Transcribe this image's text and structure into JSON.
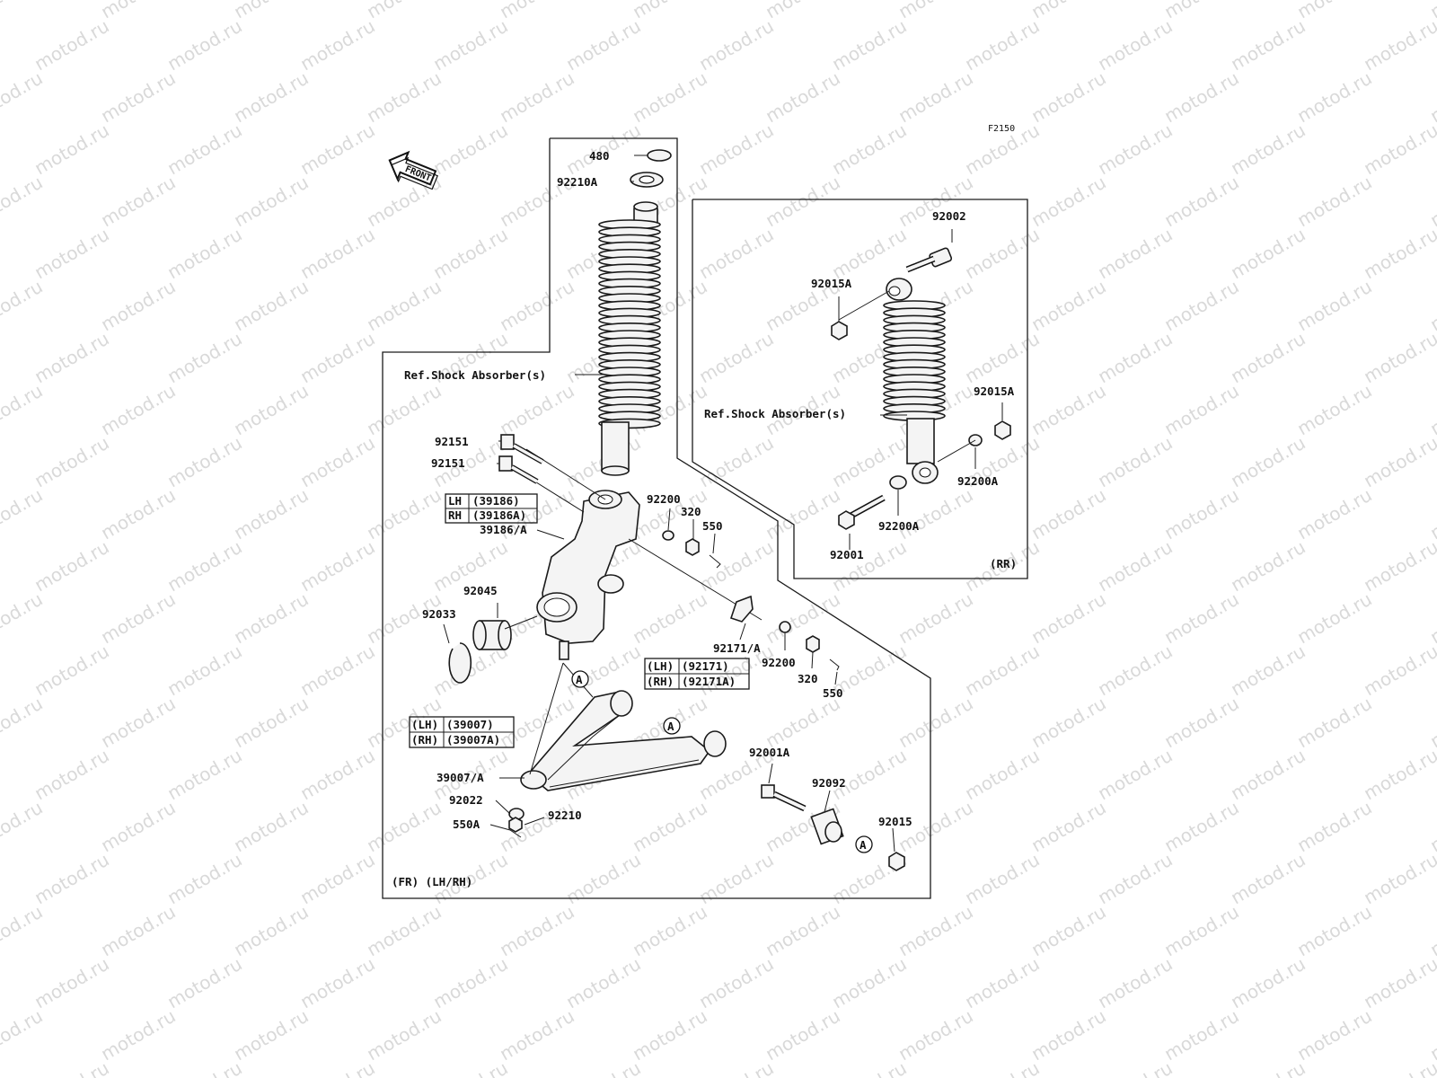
{
  "figure_code": "F2150",
  "watermark": "motod.ru",
  "front_arrow_label": "FRONT",
  "sections": {
    "front_label": "(FR) (LH/RH)",
    "rear_label": "(RR)"
  },
  "labels": {
    "p480": "480",
    "p92210A": "92210A",
    "ref_shock_front": "Ref.Shock Absorber(s)",
    "p92151_a": "92151",
    "p92151_b": "92151",
    "p39186A": "39186/A",
    "p92200_a": "92200",
    "p320_a": "320",
    "p550_a": "550",
    "p92045": "92045",
    "p92033": "92033",
    "p92171A": "92171/A",
    "p92200_b": "92200",
    "p320_b": "320",
    "p550_b": "550",
    "p39007A": "39007/A",
    "p92022": "92022",
    "p92210": "92210",
    "p550A": "550A",
    "p92001A": "92001A",
    "p92092": "92092",
    "p92015": "92015",
    "p92002": "92002",
    "p92015A_a": "92015A",
    "ref_shock_rear": "Ref.Shock Absorber(s)",
    "p92015A_b": "92015A",
    "p92200A_a": "92200A",
    "p92200A_b": "92200A",
    "p92001": "92001",
    "circle_a": "A"
  },
  "tables": {
    "knuckle": [
      {
        "side": "LH",
        "part": "(39186)"
      },
      {
        "side": "RH",
        "part": "(39186A)"
      }
    ],
    "bracket": [
      {
        "side": "(LH)",
        "part": "(92171)"
      },
      {
        "side": "(RH)",
        "part": "(92171A)"
      }
    ],
    "arm": [
      {
        "side": "(LH)",
        "part": "(39007)"
      },
      {
        "side": "(RH)",
        "part": "(39007A)"
      }
    ]
  }
}
